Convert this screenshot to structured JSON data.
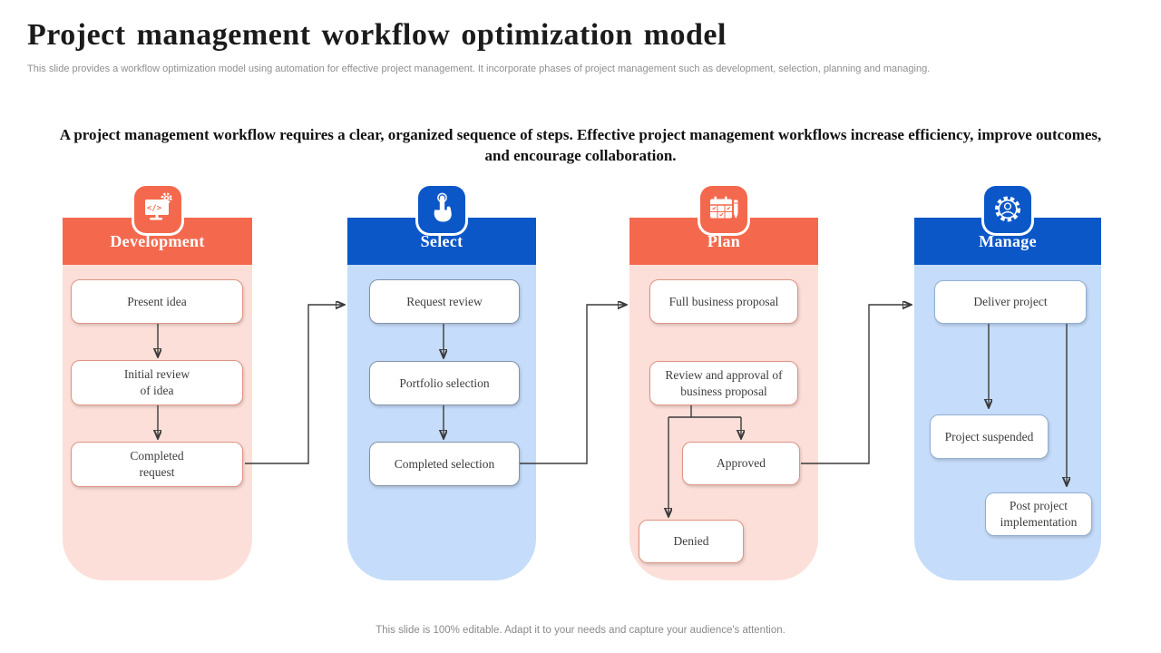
{
  "slide": {
    "title": "Project management workflow optimization model",
    "subtitle": "This slide provides a workflow optimization model using automation for effective project management. It incorporate phases of project management such as development, selection, planning and managing.",
    "intro": "A project management workflow requires a clear, organized sequence of steps. Effective project management workflows increase efficiency, improve outcomes, and encourage collaboration.",
    "footer": "This slide is 100% editable. Adapt it to your needs and capture your audience's attention."
  },
  "colors": {
    "orange_header": "#F4694E",
    "orange_body": "#FCDFD9",
    "blue_header": "#0B57C8",
    "blue_body": "#C5DCFA",
    "arrow": "#3A3A3A"
  },
  "columns": [
    {
      "label": "Development",
      "theme": "orange",
      "icon": "code-monitor-gear-icon",
      "steps": [
        "Present idea",
        "Initial review\nof idea",
        "Completed\nrequest"
      ]
    },
    {
      "label": "Select",
      "theme": "blue",
      "icon": "tap-hand-icon",
      "steps": [
        "Request review",
        "Portfolio selection",
        "Completed selection"
      ]
    },
    {
      "label": "Plan",
      "theme": "orange",
      "icon": "calendar-pencil-icon",
      "steps": [
        "Full business proposal",
        "Review and approval of\nbusiness proposal",
        "Approved",
        "Denied"
      ]
    },
    {
      "label": "Manage",
      "theme": "blue",
      "icon": "gear-user-icon",
      "steps": [
        "Deliver project",
        "Project suspended",
        "Post project\nimplementation"
      ]
    }
  ]
}
